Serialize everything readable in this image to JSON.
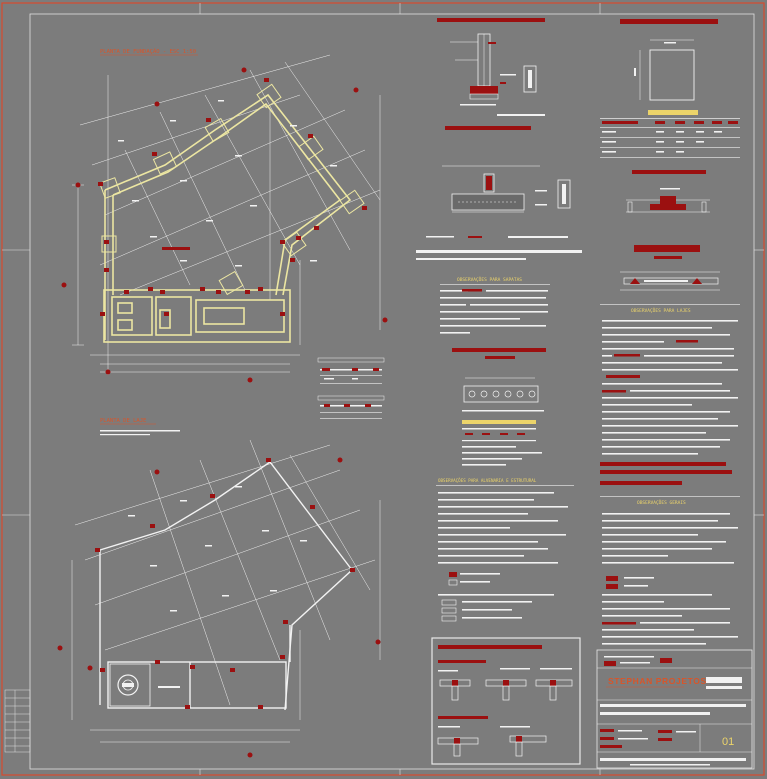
{
  "drawing": {
    "sheet_title": "PLANTA DE FUNDAÇÕES",
    "plan1_title": "PLANTA DE FUNDAÇÃO - ESC 1:50",
    "plan2_title": "PLANTA DE LAJE",
    "notes_footings_title": "OBSERVAÇÕES PARA SAPATAS",
    "notes_masonry_title": "OBSERVAÇÕES PARA ALVENARIA E ESTRUTURAL",
    "notes_slab_title": "OBSERVAÇÕES PARA LAJES",
    "notes_general_title": "OBSERVAÇÕES GERAIS",
    "company_name": "STEPHAN PROJETOS",
    "sheet_number": "01"
  },
  "colors": {
    "background": "#7c7c7c",
    "border": "#d84a2e",
    "lines": "#f2f2f2",
    "walls": "#ece6a2",
    "red_marks": "#9b1010",
    "yellow_text": "#ecd46a",
    "orange_title": "#d8552a"
  }
}
